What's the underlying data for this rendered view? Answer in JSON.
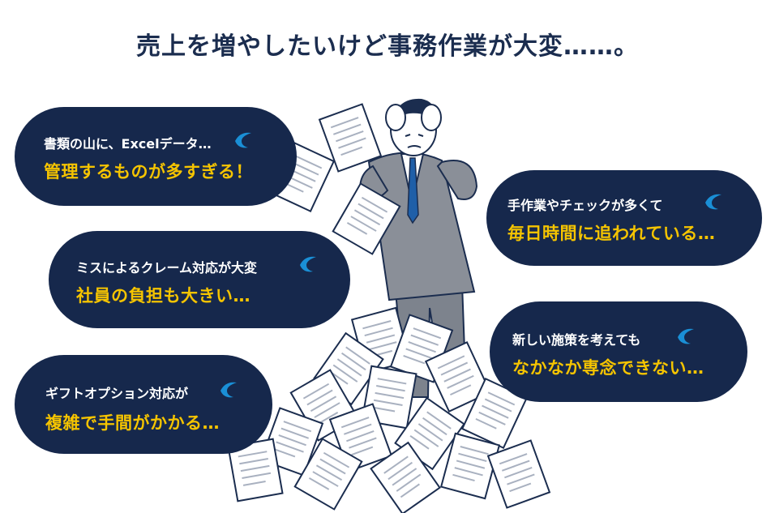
{
  "title": "売上を増やしたいけど事務作業が大変……。",
  "colors": {
    "bubble_bg": "#16284c",
    "highlight": "#f5c400",
    "title_text": "#1b2d4f",
    "sweat_drop": "#1a8fd6",
    "suit": "#858a93",
    "paper_outline": "#1b2d4f"
  },
  "bubbles": [
    {
      "id": "excel",
      "line1": "書類の山に、Excelデータ…",
      "line2": "管理するものが多すぎる！",
      "icon": "sweat-drop-icon"
    },
    {
      "id": "claims",
      "line1": "ミスによるクレーム対応が大変",
      "line2": "社員の負担も大きい…",
      "icon": "sweat-drop-icon"
    },
    {
      "id": "gift",
      "line1": "ギフトオプション対応が",
      "line2": "複雑で手間がかかる…",
      "icon": "sweat-drop-icon"
    },
    {
      "id": "manual",
      "line1": "手作業やチェックが多くて",
      "line2": "毎日時間に追われている…",
      "icon": "sweat-drop-icon"
    },
    {
      "id": "measures",
      "line1": "新しい施策を考えても",
      "line2": "なかなか専念できない…",
      "icon": "sweat-drop-icon"
    }
  ]
}
